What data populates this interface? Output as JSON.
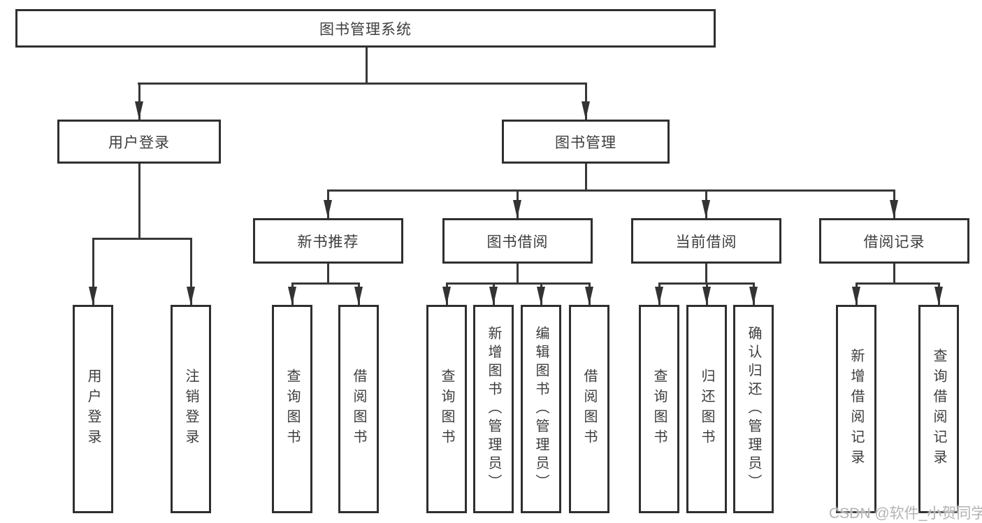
{
  "tree": {
    "label": "图书管理系统",
    "children": [
      {
        "label": "用户登录",
        "children": [
          {
            "label": "用户登录"
          },
          {
            "label": "注销登录"
          }
        ]
      },
      {
        "label": "图书管理",
        "children": [
          {
            "label": "新书推荐",
            "children": [
              {
                "label": "查询图书"
              },
              {
                "label": "借阅图书"
              }
            ]
          },
          {
            "label": "图书借阅",
            "children": [
              {
                "label": "查询图书"
              },
              {
                "label": "新增图书（管理员）"
              },
              {
                "label": "编辑图书（管理员）"
              },
              {
                "label": "借阅图书"
              }
            ]
          },
          {
            "label": "当前借阅",
            "children": [
              {
                "label": "查询图书"
              },
              {
                "label": "归还图书"
              },
              {
                "label": "确认归还（管理员）"
              }
            ]
          },
          {
            "label": "借阅记录",
            "children": [
              {
                "label": "新增借阅记录"
              },
              {
                "label": "查询借阅记录"
              }
            ]
          }
        ]
      }
    ]
  },
  "watermark": {
    "text": "CSDN @软件_小贺同学",
    "color": "#b3b3b3"
  },
  "colors": {
    "background": "#ffffff",
    "line": "#383838",
    "box_border": "#2f2f2f",
    "text": "#3d3d3d"
  }
}
